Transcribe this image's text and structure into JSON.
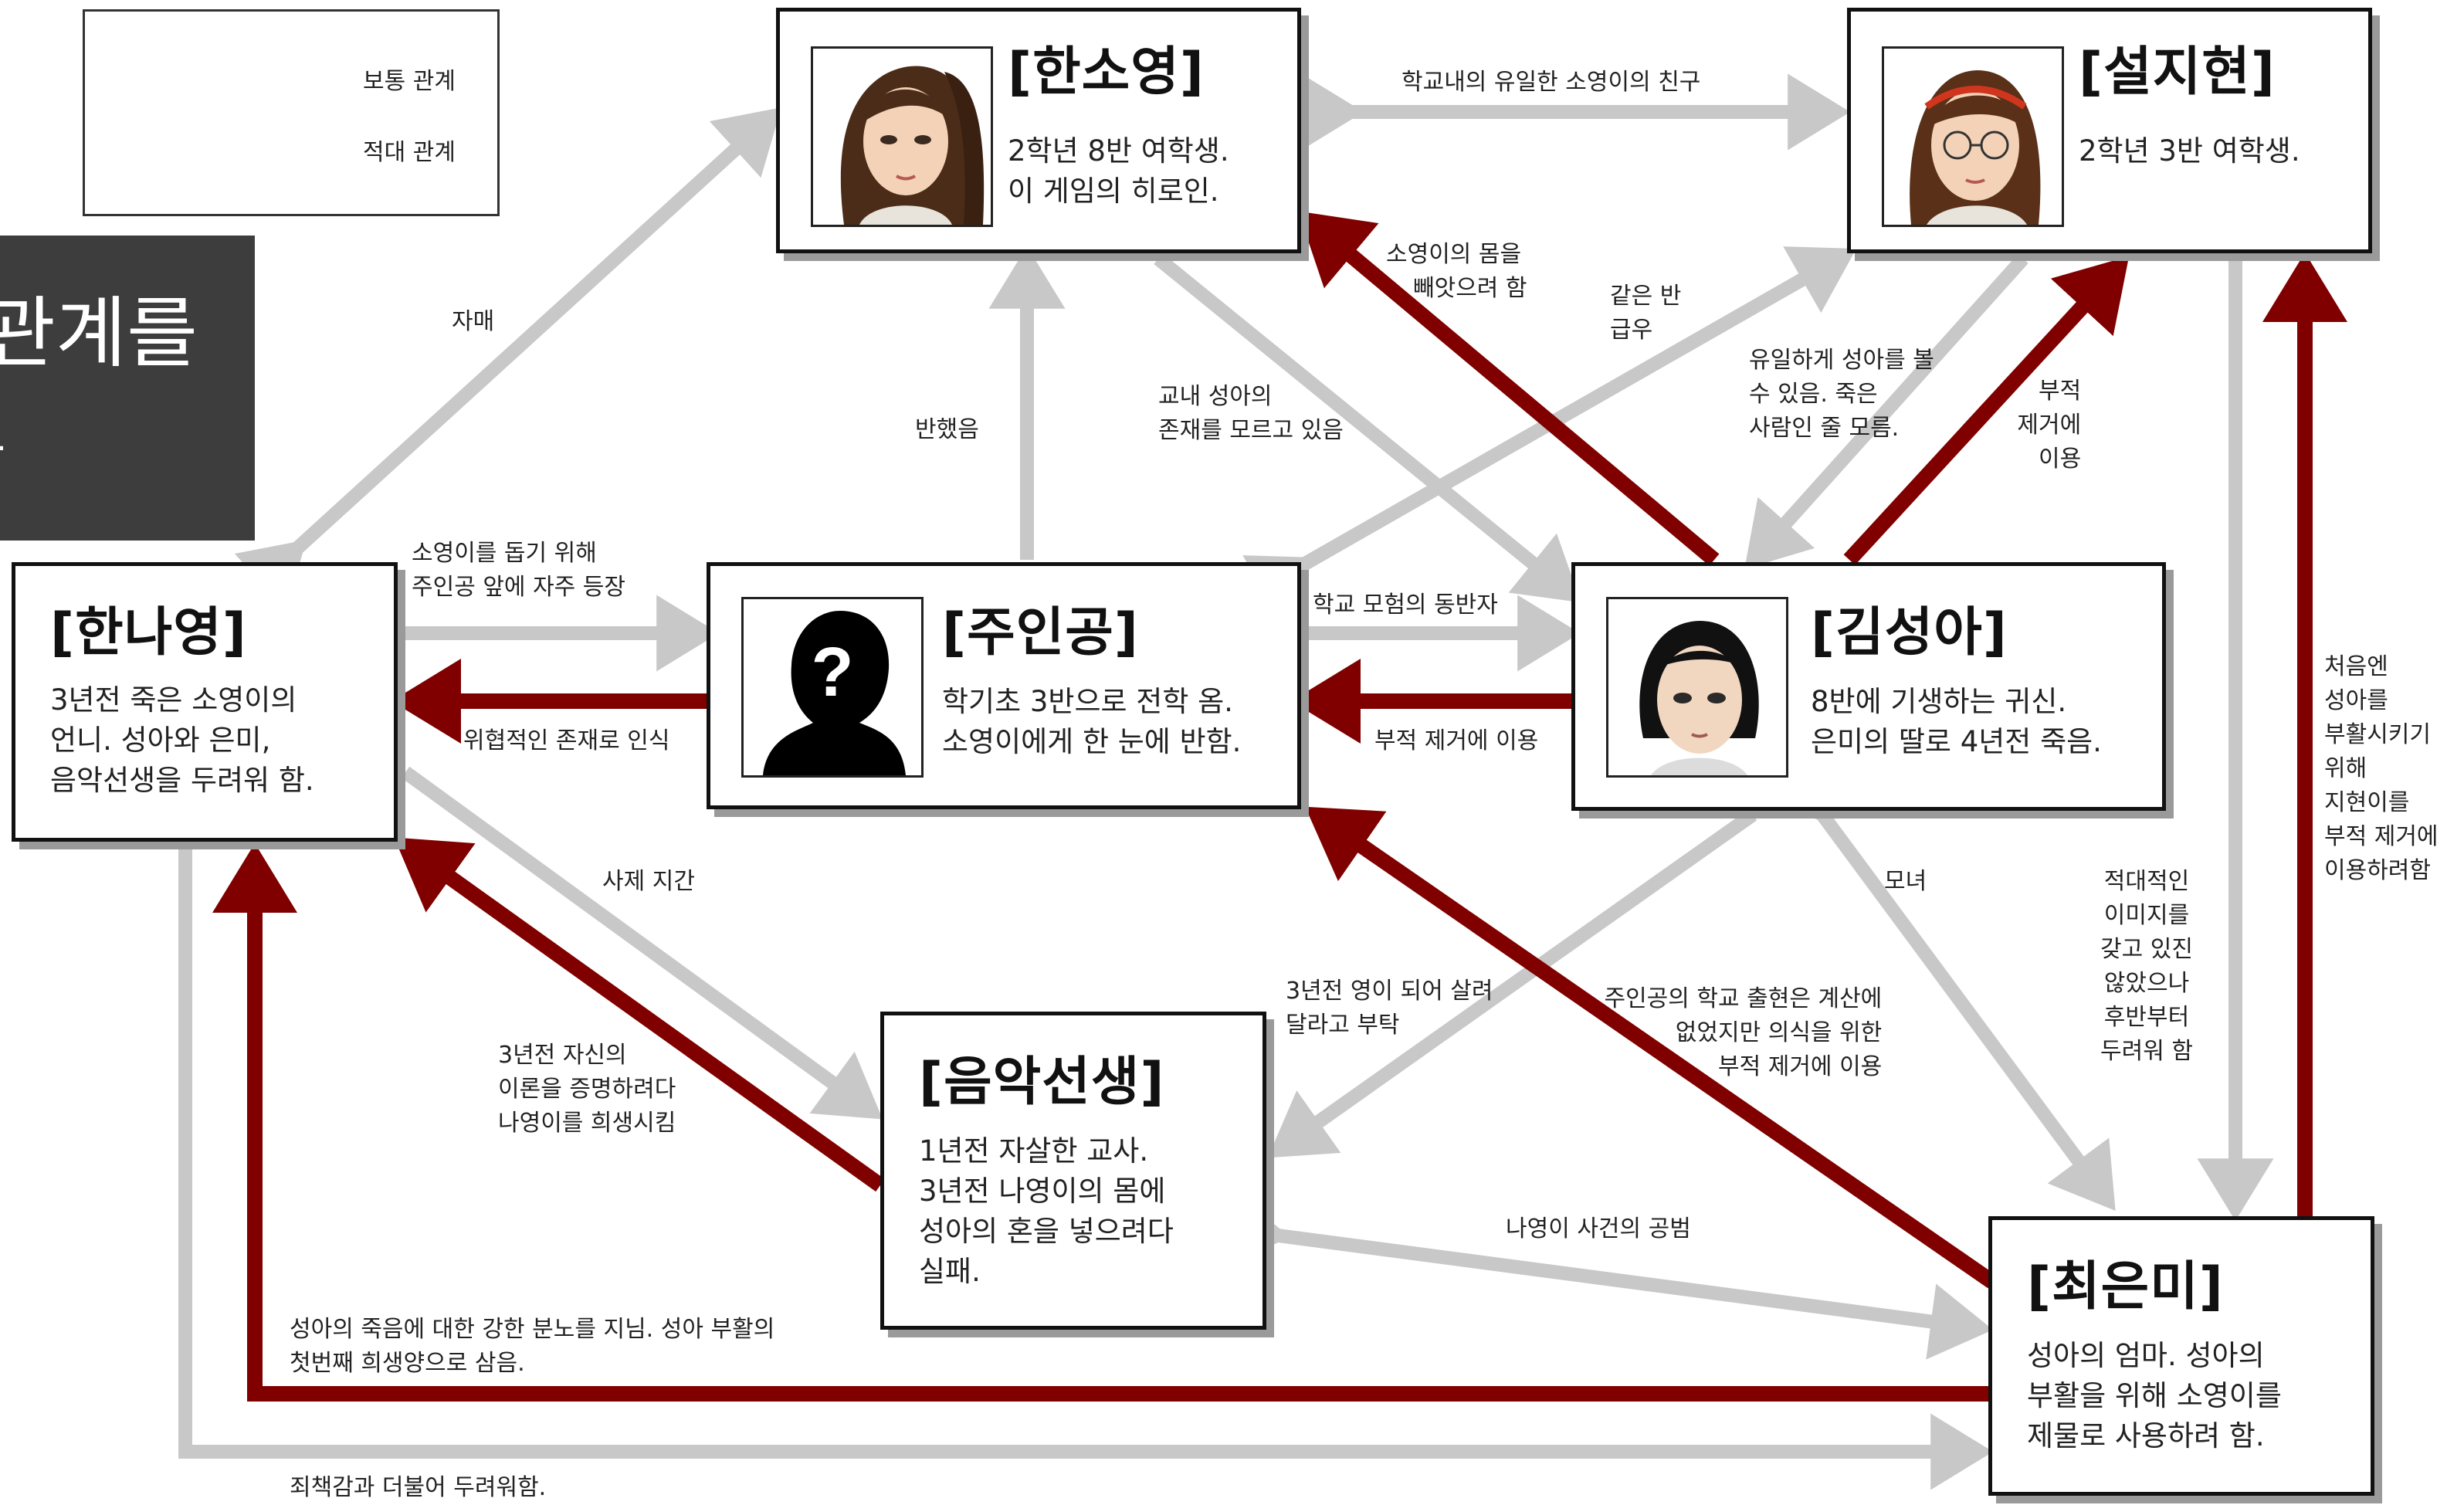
{
  "legend": {
    "normal_label": "보통 관계",
    "hostile_label": "적대 관계"
  },
  "colors": {
    "normal": "#c8c8c8",
    "hostile": "#800000"
  },
  "banner": {
    "line1": "관계를",
    "line2": "l"
  },
  "characters": {
    "soyoung": {
      "name": "[한소영]",
      "desc1": "2학년 8반 여학생.",
      "desc2": "이 게임의 히로인."
    },
    "jihyun": {
      "name": "[설지현]",
      "desc1": "2학년 3반 여학생."
    },
    "nayoung": {
      "name": "[한나영]",
      "desc1": "3년전 죽은 소영이의",
      "desc2": "언니. 성아와 은미,",
      "desc3": "음악선생을 두려워 함."
    },
    "hero": {
      "name": "[주인공]",
      "desc1": "학기초 3반으로 전학 옴.",
      "desc2": "소영이에게 한 눈에 반함."
    },
    "seonga": {
      "name": "[김성아]",
      "desc1": "8반에 기생하는 귀신.",
      "desc2": "은미의 딸로 4년전 죽음."
    },
    "teacher": {
      "name": "[음악선생]",
      "desc1": "1년전 자살한 교사.",
      "desc2": "3년전 나영이의 몸에",
      "desc3": "성아의 혼을 넣으려다",
      "desc4": "실패."
    },
    "eunmi": {
      "name": "[최은미]",
      "desc1": "성아의 엄마. 성아의",
      "desc2": "부활을 위해 소영이를",
      "desc3": "제물로 사용하려 함."
    }
  },
  "relations": {
    "soyoung_jihyun": "학교내의 유일한 소영이의 친구",
    "sisters": "자매",
    "steal_body_1": "소영이의 몸을",
    "steal_body_2": "빼앗으려 함",
    "same_class_1": "같은 반",
    "same_class_2": "급우",
    "only_see_1": "유일하게 성아를 볼",
    "only_see_2": "수 있음. 죽은",
    "only_see_3": "사람인 줄 모름.",
    "remove_charm_1": "부적",
    "remove_charm_2": "제거에",
    "remove_charm_3": "이용",
    "unaware_1": "교내 성아의",
    "unaware_2": "존재를 모르고 있음",
    "fell_in_love": "반했음",
    "help_1": "소영이를 돕기 위해",
    "help_2": "주인공 앞에 자주 등장",
    "threat": "위협적인 존재로 인식",
    "companion": "학교 모험의 동반자",
    "charm_use": "부적 제거에 이용",
    "teacher_student": "사제 지간",
    "mother_daughter": "모녀",
    "revive_1": "처음엔",
    "revive_2": "성아를",
    "revive_3": "부활시키기",
    "revive_4": "위해",
    "revive_5": "지현이를",
    "revive_6": "부적 제거에",
    "revive_7": "이용하려함",
    "hostile_image_1": "적대적인",
    "hostile_image_2": "이미지를",
    "hostile_image_3": "갖고 있진",
    "hostile_image_4": "않았으나",
    "hostile_image_5": "후반부터",
    "hostile_image_6": "두려워 함",
    "plea_1": "3년전 영이 되어 살려",
    "plea_2": "달라고 부탁",
    "unplanned_1": "주인공의 학교 출현은 계산에",
    "unplanned_2": "없었지만 의식을 위한",
    "unplanned_3": "부적 제거에 이용",
    "prove_1": "3년전 자신의",
    "prove_2": "이론을 증명하려다",
    "prove_3": "나영이를 희생시킴",
    "accomplice": "나영이 사건의 공범",
    "rage_1": "성아의 죽음에 대한 강한 분노를 지님. 성아 부활의",
    "rage_2": "첫번째 희생양으로 삼음.",
    "guilt": "죄책감과 더불어 두려워함."
  }
}
